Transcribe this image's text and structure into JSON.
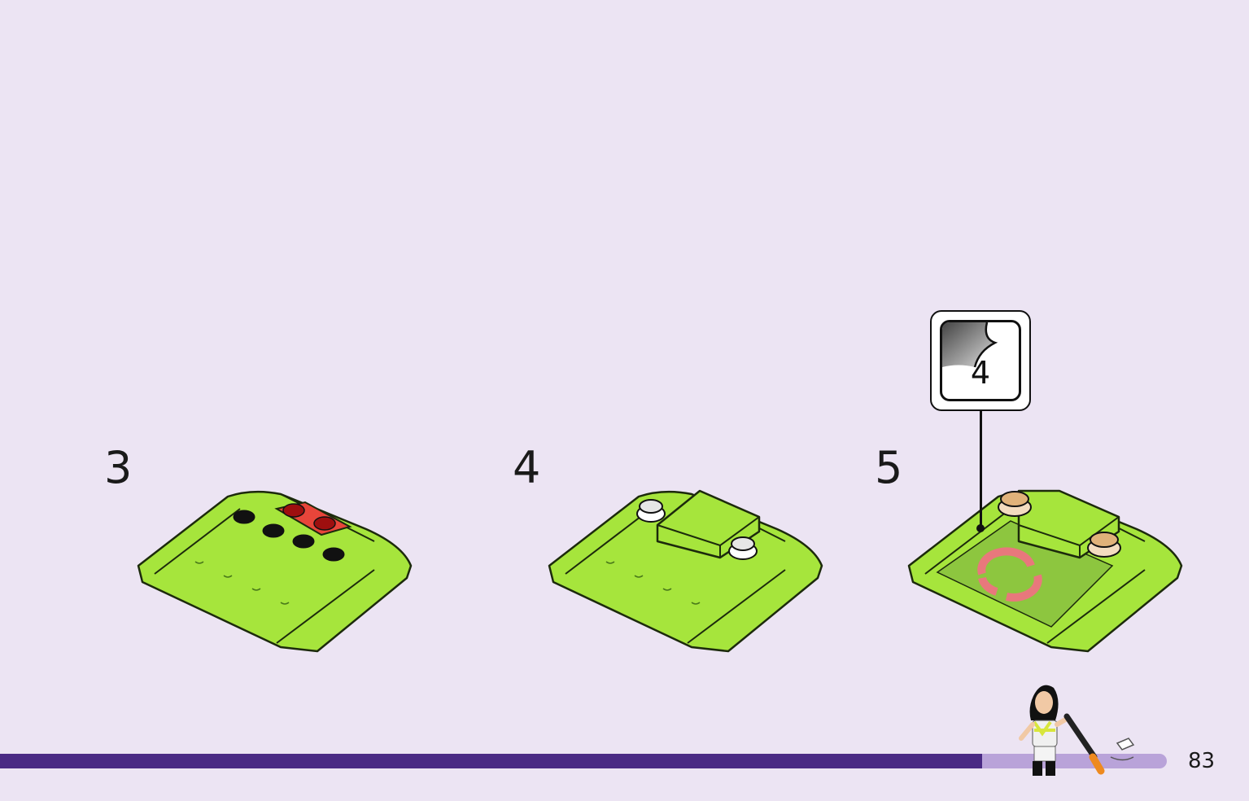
{
  "steps": [
    {
      "number": "3"
    },
    {
      "number": "4"
    },
    {
      "number": "5"
    }
  ],
  "sticker_callout": {
    "quantity": "4"
  },
  "progress": {
    "fraction": 0.842
  },
  "page": {
    "number": "83"
  },
  "colors": {
    "background": "#ece4f3",
    "lime_green": "#a6e53c",
    "progress_fill": "#4a2a84",
    "progress_track": "#b9a3d9"
  }
}
